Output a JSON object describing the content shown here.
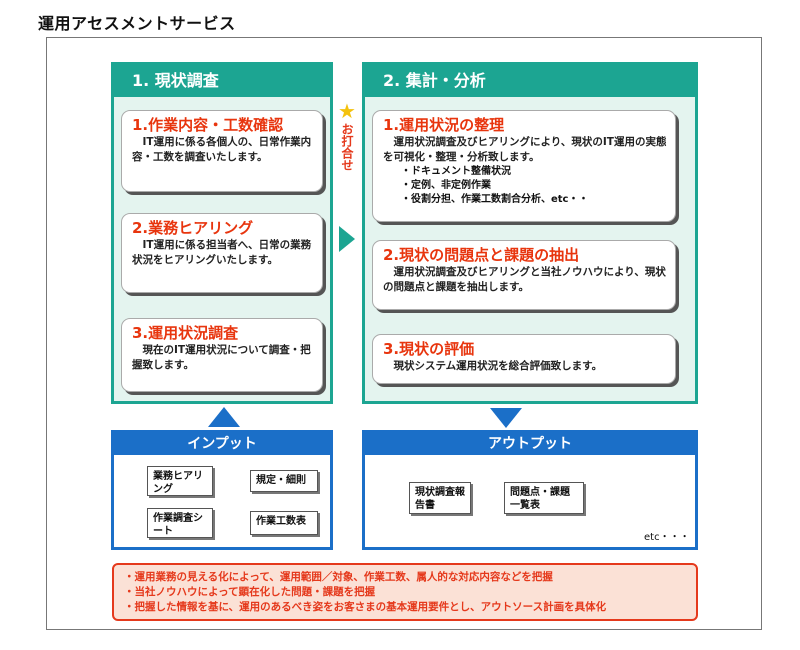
{
  "title": "運用アセスメントサービス",
  "panel1": {
    "header": "1. 現状調査",
    "cards": [
      {
        "title": "1.作業内容・工数確認",
        "body": "　IT運用に係る各個人の、日常作業内容・工数を調査いたします。"
      },
      {
        "title": "2.業務ヒアリング",
        "body": "　IT運用に係る担当者へ、日常の業務状況をヒアリングいたします。"
      },
      {
        "title": "3.運用状況調査",
        "body": "　現在のIT運用状況について調査・把握致します。"
      }
    ]
  },
  "meeting": {
    "star": "★",
    "text": "お打合せ"
  },
  "panel2": {
    "header": "2. 集計・分析",
    "cards": [
      {
        "title": "1.運用状況の整理",
        "body": "　運用状況調査及びヒアリングにより、現状のIT運用の実態を可視化・整理・分析致します。",
        "bullets": [
          "・ドキュメント整備状況",
          "・定例、非定例作業",
          "・役割分担、作業工数割合分析、etc・・"
        ]
      },
      {
        "title": "2.現状の問題点と課題の抽出",
        "body": "　運用状況調査及びヒアリングと当社ノウハウにより、現状の問題点と課題を抽出します。"
      },
      {
        "title": "3.現状の評価",
        "body": "　現状システム運用状況を総合評価致します。"
      }
    ]
  },
  "input": {
    "header": "インプット",
    "docs": [
      "業務ヒアリング",
      "規定・細則",
      "作業調査シート",
      "作業工数表"
    ]
  },
  "output": {
    "header": "アウトプット",
    "docs": [
      "現状調査報告書",
      "問題点・課題一覧表"
    ],
    "etc": "etc・・・"
  },
  "summary": [
    "・運用業務の見える化によって、運用範囲／対象、作業工数、属人的な対応内容などを把握",
    "・当社ノウハウによって顕在化した問題・課題を把握",
    "・把握した情報を基に、運用のあるべき姿をお客さまの基本運用要件とし、アウトソース計画を具体化"
  ],
  "colors": {
    "teal": "#1ca592",
    "blue": "#1b6fc8",
    "red": "#e5391c",
    "star": "#f4c20d"
  }
}
